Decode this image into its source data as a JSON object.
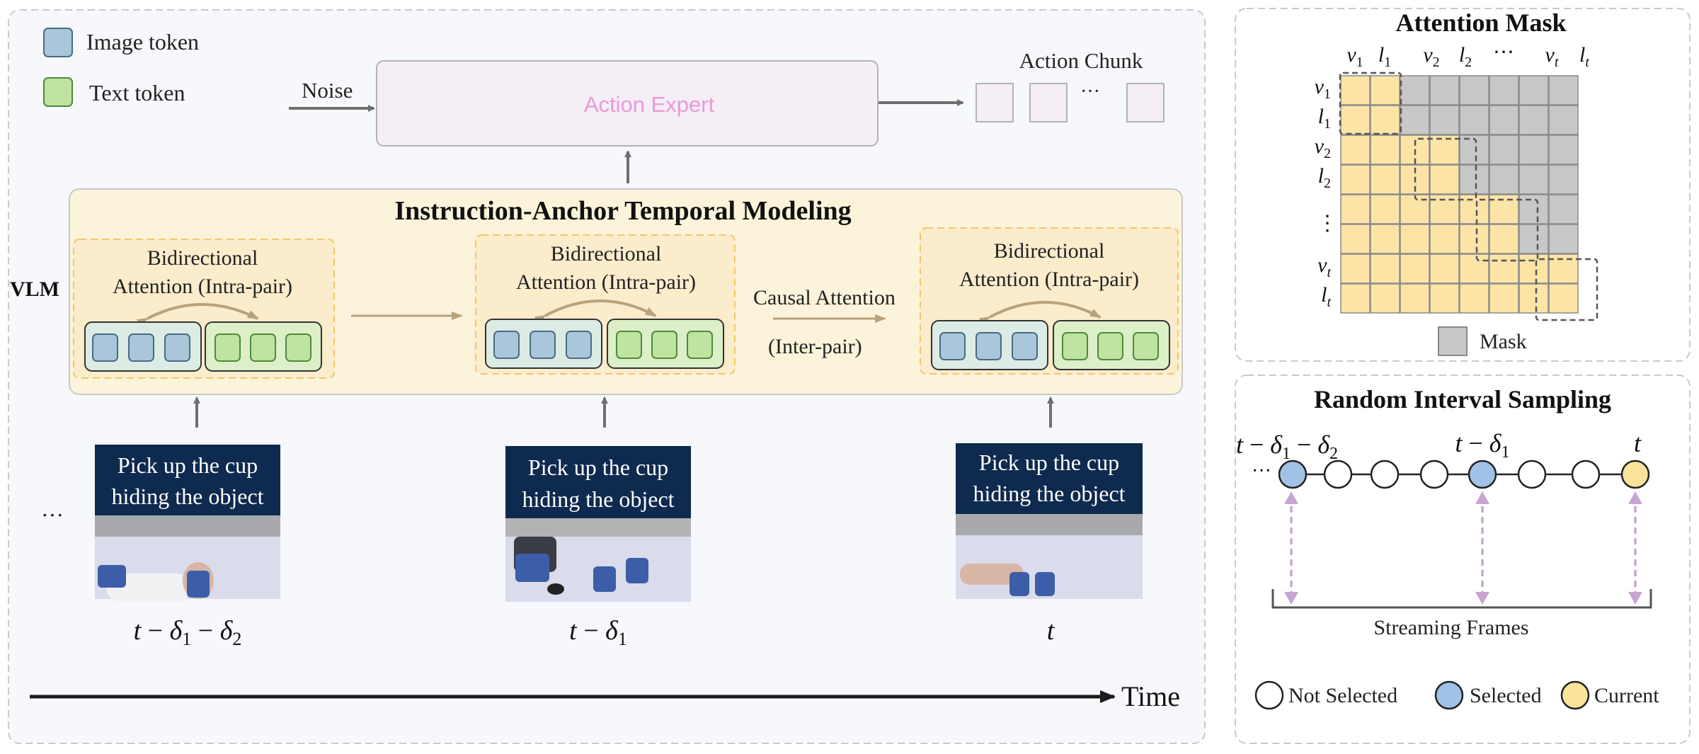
{
  "legend": {
    "image_token": "Image token",
    "text_token": "Text token"
  },
  "top": {
    "noise": "Noise",
    "action_expert": "Action Expert",
    "action_chunk": "Action Chunk",
    "chunk_ellipsis": "···"
  },
  "vlm": {
    "label": "VLM",
    "title": "Instruction-Anchor Temporal Modeling",
    "pairs": [
      {
        "line1": "Bidirectional",
        "line2": "Attention (Intra-pair)"
      },
      {
        "line1": "Bidirectional",
        "line2": "Attention (Intra-pair)"
      },
      {
        "line1": "Bidirectional",
        "line2": "Attention (Intra-pair)"
      }
    ],
    "causal_line1": "Causal Attention",
    "causal_line2": "(Inter-pair)"
  },
  "frames": [
    {
      "caption1": "Pick up the cup",
      "caption2": "hiding the object"
    },
    {
      "caption1": "Pick up the cup",
      "caption2": "hiding the object"
    },
    {
      "caption1": "Pick up the cup",
      "caption2": "hiding the object"
    }
  ],
  "frames_ellipsis": "···",
  "time_label": "Time",
  "attention_mask": {
    "title": "Attention Mask",
    "mask_legend": "Mask"
  },
  "sampling": {
    "title": "Random Interval Sampling",
    "streaming": "Streaming Frames",
    "legend": {
      "not_selected": "Not Selected",
      "selected": "Selected",
      "current": "Current"
    },
    "ellipsis": "···"
  },
  "colors": {
    "image_token": "#a9c6da",
    "text_token": "#bfe3a0",
    "selected": "#9fc2e6",
    "current": "#fbe39a",
    "mask": "#c8c8c8",
    "visible": "#fbe4a6",
    "vlm_box": "#fbf3da",
    "action_expert_text": "#e79bd6"
  }
}
